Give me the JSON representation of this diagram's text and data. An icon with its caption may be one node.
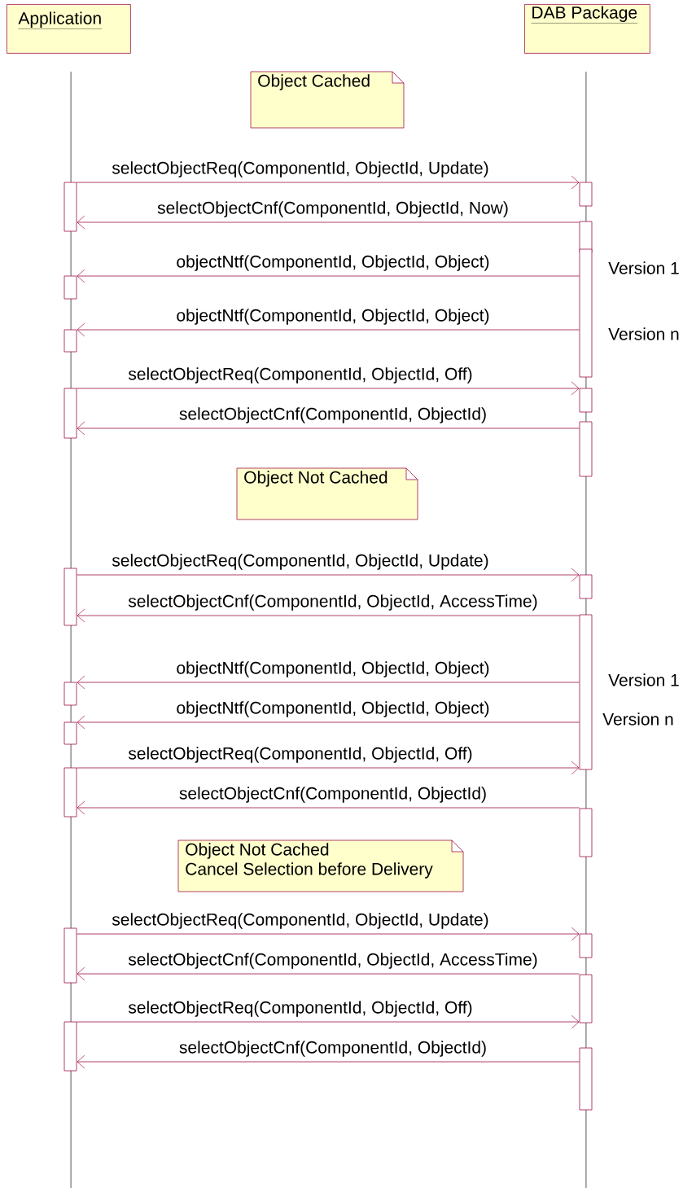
{
  "diagram": {
    "nodes": [
      {
        "text": [
          "Application"
        ]
      },
      {
        "text": [
          "DAB Package"
        ]
      },
      {
        "text": [
          "Object Cached"
        ]
      },
      {
        "text": [],
        "shape": "bar"
      },
      {
        "text": [],
        "shape": "bar"
      },
      {
        "text": [],
        "shape": "bar"
      },
      {
        "text": [],
        "shape": "bar",
        "beside": [
          "Version 1",
          "Version n"
        ]
      },
      {
        "text": [],
        "shape": "bar"
      },
      {
        "text": [],
        "shape": "bar"
      },
      {
        "text": [],
        "shape": "bar"
      },
      {
        "text": [],
        "shape": "bar"
      },
      {
        "text": [],
        "shape": "bar"
      },
      {
        "text": [
          "Object Not Cached"
        ]
      },
      {
        "text": [],
        "shape": "bar"
      },
      {
        "text": [],
        "shape": "bar"
      },
      {
        "text": [],
        "shape": "bar",
        "beside": [
          "Version 1",
          "Version n"
        ]
      },
      {
        "text": [],
        "shape": "bar"
      },
      {
        "text": [],
        "shape": "bar"
      },
      {
        "text": [],
        "shape": "bar"
      },
      {
        "text": [],
        "shape": "bar"
      },
      {
        "text": [
          "Object Not Cached",
          "Cancel Selection before Delivery"
        ]
      },
      {
        "text": [],
        "shape": "bar"
      },
      {
        "text": [],
        "shape": "bar"
      },
      {
        "text": [],
        "shape": "bar"
      },
      {
        "text": [],
        "shape": "bar"
      },
      {
        "text": [],
        "shape": "bar"
      }
    ],
    "edges": [
      {
        "from": 3,
        "to": 4,
        "arrow": "to",
        "label": "selectObjectReq(ComponentId, ObjectId, Update)"
      },
      {
        "from": 5,
        "to": 3,
        "arrow": "to",
        "label": "selectObjectCnf(ComponentId, ObjectId, Now)"
      },
      {
        "from": 6,
        "to": 7,
        "arrow": "to",
        "label": "objectNtf(ComponentId, ObjectId, Object)"
      },
      {
        "from": 6,
        "to": 8,
        "arrow": "to",
        "label": "objectNtf(ComponentId, ObjectId, Object)"
      },
      {
        "from": 9,
        "to": 10,
        "arrow": "to",
        "label": "selectObjectReq(ComponentId, ObjectId, Off)"
      },
      {
        "from": 11,
        "to": 9,
        "arrow": "to",
        "label": "selectObjectCnf(ComponentId, ObjectId)"
      },
      {
        "from": 13,
        "to": 14,
        "arrow": "to",
        "label": "selectObjectReq(ComponentId, ObjectId, Update)"
      },
      {
        "from": 15,
        "to": 13,
        "arrow": "to",
        "label": "selectObjectCnf(ComponentId, ObjectId, AccessTime)"
      },
      {
        "from": 15,
        "to": 16,
        "arrow": "to",
        "label": "objectNtf(ComponentId, ObjectId, Object)"
      },
      {
        "from": 15,
        "to": 17,
        "arrow": "to",
        "label": "objectNtf(ComponentId, ObjectId, Object)"
      },
      {
        "from": 18,
        "to": 15,
        "arrow": "to",
        "label": "selectObjectReq(ComponentId, ObjectId, Off)"
      },
      {
        "from": 19,
        "to": 18,
        "arrow": "to",
        "label": "selectObjectCnf(ComponentId, ObjectId)"
      },
      {
        "from": 21,
        "to": 22,
        "arrow": "to",
        "label": "selectObjectReq(ComponentId, ObjectId, Update)"
      },
      {
        "from": 23,
        "to": 21,
        "arrow": "to",
        "label": "selectObjectCnf(ComponentId, ObjectId, AccessTime)"
      },
      {
        "from": 24,
        "to": 23,
        "arrow": "to",
        "label": "selectObjectReq(ComponentId, ObjectId, Off)"
      },
      {
        "from": 25,
        "to": 24,
        "arrow": "to",
        "label": "selectObjectCnf(ComponentId, ObjectId)"
      }
    ]
  }
}
